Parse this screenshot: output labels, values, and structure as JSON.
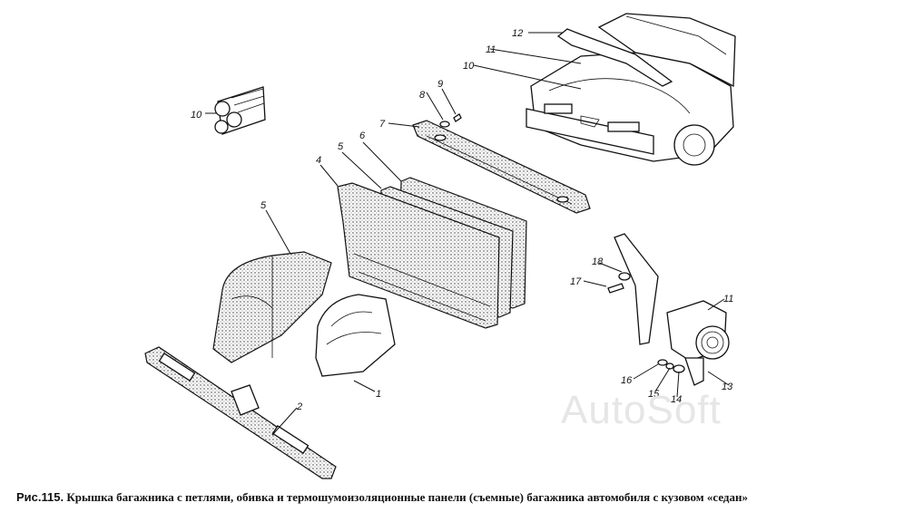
{
  "caption": {
    "figure_number": "Рис.115.",
    "text": "Крышка багажника с петлями, обивка и термошумоизоляционные панели (съемные) багажника автомобиля с кузовом «седан»"
  },
  "watermark": "AutoSoft",
  "callouts": {
    "c1": "1",
    "c2": "2",
    "c4": "4",
    "c5a": "5",
    "c5b": "5",
    "c6": "6",
    "c7": "7",
    "c8": "8",
    "c9": "9",
    "c10a": "10",
    "c10b": "10",
    "c11a": "11",
    "c11b": "11",
    "c12": "12",
    "c13": "13",
    "c14": "14",
    "c15": "15",
    "c16": "16",
    "c17": "17",
    "c18": "18"
  }
}
